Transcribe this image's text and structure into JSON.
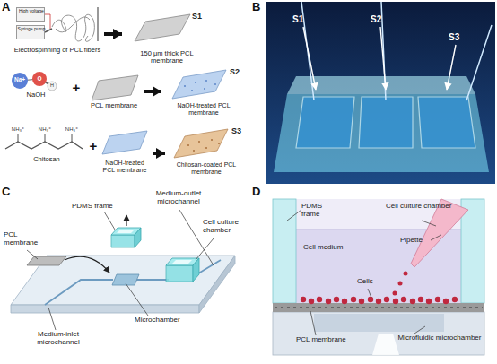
{
  "diagram": {
    "nodes": [
      {
        "text": [
          "Electrospinning of PCL fibers"
        ]
      },
      {
        "text": [
          "High voltage"
        ],
        "in": 0
      },
      {
        "text": [
          "Syringe pump"
        ],
        "in": 0
      },
      {
        "text": [
          "S1",
          "150 μm thick PCL membrane"
        ]
      },
      {
        "text": [
          "NaOH"
        ]
      },
      {
        "text": [
          "PCL membrane"
        ]
      },
      {
        "text": [
          "S2",
          "NaOH-treated PCL membrane"
        ]
      },
      {
        "text": [
          "Chitosan"
        ]
      },
      {
        "text": [
          "NaOH-treated PCL membrane"
        ]
      },
      {
        "text": [
          "S3",
          "Chitosan-coated PCL membrane"
        ]
      }
    ],
    "edges": [
      {
        "from": 0,
        "to": 3,
        "arrow": "to"
      },
      {
        "from": 5,
        "to": 6,
        "arrow": "to"
      },
      {
        "from": 8,
        "to": 9,
        "arrow": "to"
      }
    ],
    "labels": [
      "A",
      "Na+",
      "O",
      "H",
      "+",
      "NH₃⁺",
      "NH₃⁺",
      "NH₃⁺",
      "+",
      "B",
      "S1",
      "S2",
      "S3",
      "C",
      "PDMS frame",
      "Medium-outlet microchannel",
      "PCL membrane",
      "Cell culture chamber",
      "Medium-inlet microchannel",
      "Microchamber",
      "D",
      "PDMS frame",
      "Cell culture chamber",
      "Pipette",
      "Cell medium",
      "Cells",
      "PCL membrane",
      "Microfluidic microchamber"
    ]
  }
}
